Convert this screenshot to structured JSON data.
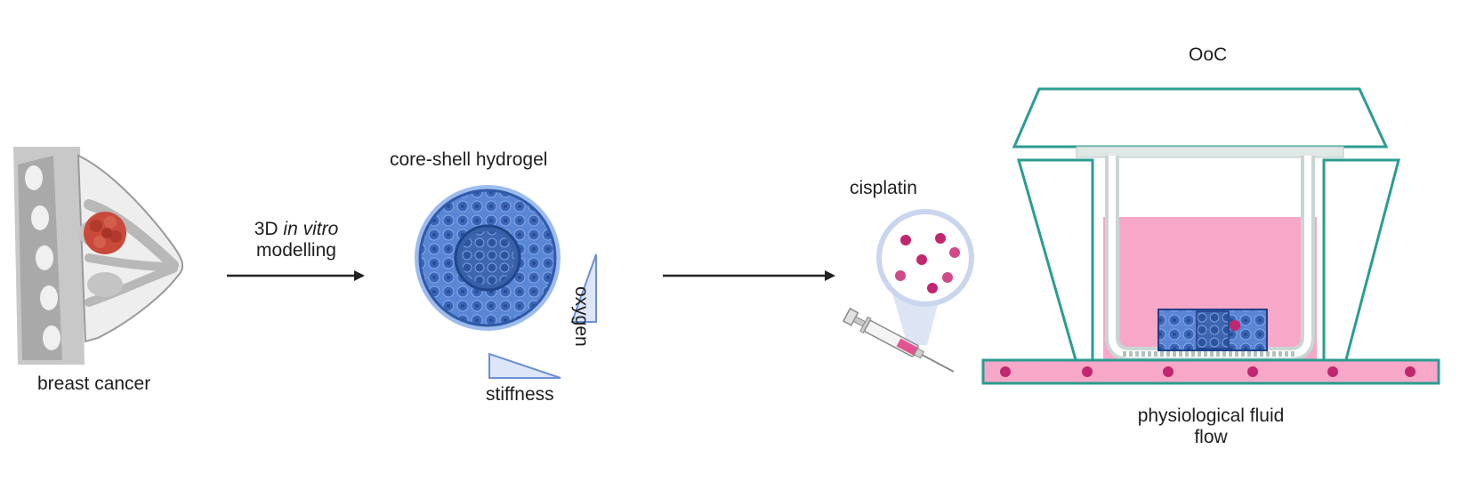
{
  "labels": {
    "breast_cancer": "breast cancer",
    "modelling_line1_prefix": "3D ",
    "modelling_line1_italic": "in vitro",
    "modelling_line2": "modelling",
    "core_shell": "core-shell hydrogel",
    "oxygen": "oxygen",
    "stiffness": "stiffness",
    "cisplatin": "cisplatin",
    "ooc": "OoC",
    "fluid_flow_line1": "physiological fluid",
    "fluid_flow_line2": "flow"
  },
  "colors": {
    "teal_outline": "#2a9d8f",
    "pink_fluid": "#f7a8c8",
    "magenta_dot": "#c2266e",
    "hydrogel_blue": "#4a78c8",
    "tumor_red": "#c94a3a",
    "tissue_gray": "#d8d8d8"
  }
}
